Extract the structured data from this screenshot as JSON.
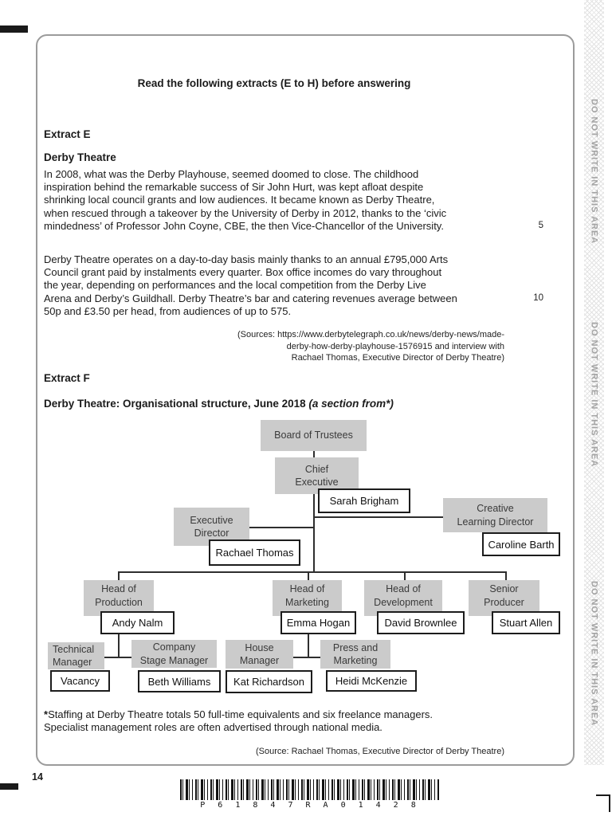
{
  "page": {
    "instruction": "Read the following extracts (E to H) before answering",
    "page_number": "14",
    "barcode_text": "P 6 1 8 4 7 R A 0 1 4 2 8",
    "margin_notice": "DO NOT WRITE IN THIS AREA"
  },
  "extract_e": {
    "label": "Extract E",
    "title": "Derby Theatre",
    "para1_lines": [
      "In 2008, what was the Derby Playhouse, seemed doomed to close. The childhood",
      "inspiration behind the remarkable success of Sir John Hurt, was kept afloat despite",
      "shrinking local council grants and low audiences. It became known as Derby Theatre,",
      "when rescued through a takeover by the University of Derby in 2012, thanks to the ‘civic",
      "mindedness’ of Professor John Coyne, CBE, the then Vice-Chancellor of the University."
    ],
    "line_number_5": "5",
    "para2_lines": [
      "Derby Theatre operates on a day-to-day basis mainly thanks to an annual £795,000 Arts",
      "Council grant paid by instalments every quarter. Box office incomes do vary throughout",
      "the year, depending on performances and the local competition from the Derby Live",
      "Arena and Derby’s Guildhall. Derby Theatre’s bar and catering revenues average between",
      "50p and £3.50 per head, from audiences of up to 575."
    ],
    "line_number_10": "10",
    "sources_lines": [
      "(Sources: https://www.derbytelegraph.co.uk/news/derby-news/made-",
      "derby-how-derby-playhouse-1576915 and interview with",
      "Rachael Thomas, Executive Director of Derby Theatre)"
    ]
  },
  "extract_f": {
    "label": "Extract F",
    "title_main": "Derby Theatre: Organisational structure, June 2018 ",
    "title_italic": "(a section from*)",
    "footnote_star": "*",
    "footnote_line1": "Staffing at Derby Theatre totals 50 full-time equivalents and six freelance managers.",
    "footnote_line2": "Specialist management roles are often advertised through national media.",
    "source": "(Source: Rachael Thomas, Executive Director of Derby Theatre)"
  },
  "org_chart": {
    "board": {
      "role": "Board of Trustees"
    },
    "chief_executive": {
      "role": "Chief\nExecutive",
      "name": "Sarah Brigham"
    },
    "executive_director": {
      "role": "Executive\nDirector",
      "name": "Rachael Thomas"
    },
    "creative_learning_director": {
      "role": "Creative\nLearning Director",
      "name": "Caroline Barth"
    },
    "head_of_production": {
      "role": "Head of\nProduction",
      "name": "Andy Nalm"
    },
    "head_of_marketing": {
      "role": "Head of\nMarketing",
      "name": "Emma Hogan"
    },
    "head_of_development": {
      "role": "Head of\nDevelopment",
      "name": "David Brownlee"
    },
    "senior_producer": {
      "role": "Senior\nProducer",
      "name": "Stuart Allen"
    },
    "technical_manager": {
      "role": "Technical\nManager",
      "name": "Vacancy"
    },
    "company_stage_manager": {
      "role": "Company\nStage Manager",
      "name": "Beth Williams"
    },
    "house_manager": {
      "role": "House\nManager",
      "name": "Kat Richardson"
    },
    "press_and_marketing": {
      "role": "Press and\nMarketing",
      "name": "Heidi McKenzie"
    }
  },
  "colors": {
    "role_box_fill": "#cbcbcb",
    "name_box_border": "#1c1c1c",
    "connector_line": "#2e2e2e",
    "frame_border": "#9b9b9b",
    "margin_notice_text": "#a3a3a3"
  }
}
